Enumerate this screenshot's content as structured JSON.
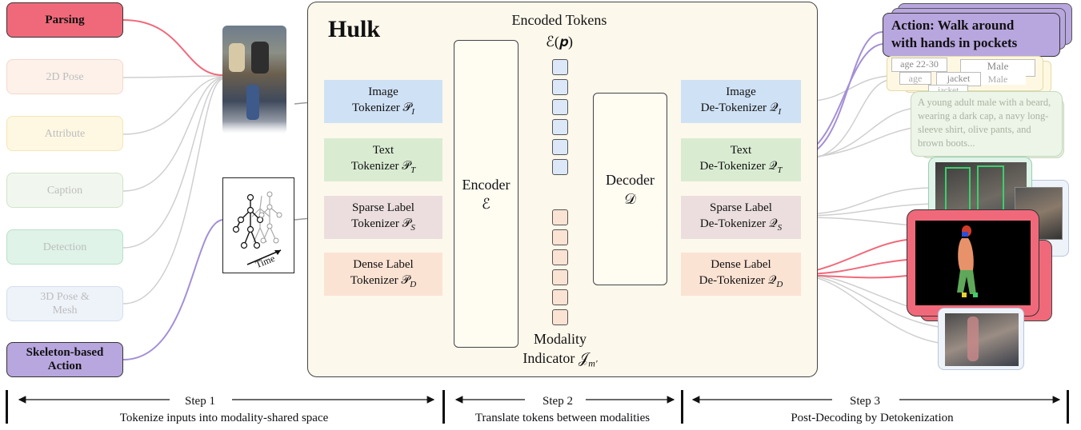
{
  "colors": {
    "parsing": "#f0697a",
    "action": "#b8a6de",
    "hulk_bg": "#fdf8ec",
    "image": "#cfe1f5",
    "text": "#d9ecd2",
    "sparse": "#ecdede",
    "dense": "#fbe3d4"
  },
  "tasks": {
    "parsing": "Parsing",
    "pose2d": "2D Pose",
    "attribute": "Attribute",
    "caption": "Caption",
    "detection": "Detection",
    "pose3d_l1": "3D Pose &",
    "pose3d_l2": "Mesh",
    "skeleton_l1": "Skeleton-based",
    "skeleton_l2": "Action"
  },
  "skeleton_time_label": "Time",
  "hulk": {
    "title": "Hulk",
    "encoded_tokens_title": "Encoded Tokens",
    "encoded_tokens_symbol": "ℰ(𝒑)",
    "modality_indicator_l1": "Modality",
    "modality_indicator_l2": "Indicator 𝒥",
    "modality_indicator_sub": "m′"
  },
  "tokenizers": {
    "image_l1": "Image",
    "image_l2": "Tokenizer 𝒫",
    "image_sub": "I",
    "text_l1": "Text",
    "text_l2": "Tokenizer 𝒫",
    "text_sub": "T",
    "sparse_l1": "Sparse Label",
    "sparse_l2": "Tokenizer 𝒫",
    "sparse_sub": "S",
    "dense_l1": "Dense Label",
    "dense_l2": "Tokenizer 𝒫",
    "dense_sub": "D"
  },
  "encoder": {
    "label": "Encoder",
    "symbol": "ℰ"
  },
  "decoder": {
    "label": "Decoder",
    "symbol": "𝒟"
  },
  "detokenizers": {
    "image_l1": "Image",
    "image_l2": "De-Tokenizer 𝒬",
    "image_sub": "I",
    "text_l1": "Text",
    "text_l2": "De-Tokenizer 𝒬",
    "text_sub": "T",
    "sparse_l1": "Sparse Label",
    "sparse_l2": "De-Tokenizer 𝒬",
    "sparse_sub": "S",
    "dense_l1": "Dense Label",
    "dense_l2": "De-Tokenizer 𝒬",
    "dense_sub": "D"
  },
  "outputs": {
    "action_l1": "Action: Walk around",
    "action_l2": "with hands in pockets",
    "attr_age": "age 22-30",
    "attr_gender": "Male",
    "attr_jacket": "jacket",
    "attr_age_back": "age",
    "attr_jacket_back": "jacket",
    "attr_male_back": "Male",
    "caption": "A young adult male with a beard, wearing a dark cap, a navy long-sleeve shirt, olive pants, and brown boots..."
  },
  "steps": {
    "step1_title": "Step 1",
    "step1_desc": "Tokenize inputs into modality-shared space",
    "step2_title": "Step 2",
    "step2_desc": "Translate tokens between modalities",
    "step3_title": "Step 3",
    "step3_desc": "Post-Decoding by Detokenization"
  }
}
